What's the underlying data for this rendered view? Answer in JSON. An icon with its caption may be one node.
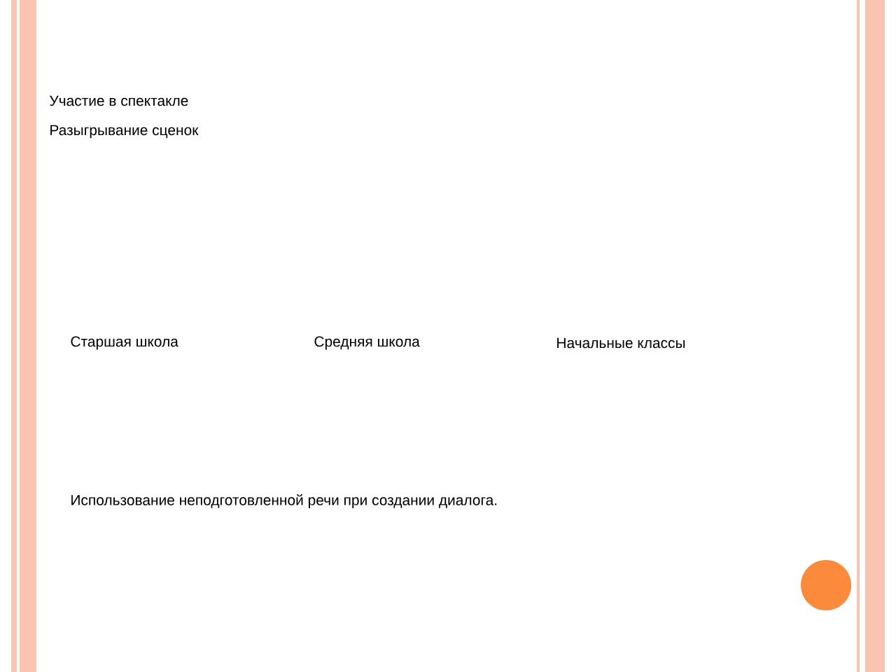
{
  "diagram": {
    "labels": [
      "Участие в спектакле",
      "Разыгрывание сценок",
      "Старшая школа",
      "Средняя школа",
      "Начальные классы",
      "Использование неподготовленной речи при создании диалога."
    ]
  }
}
